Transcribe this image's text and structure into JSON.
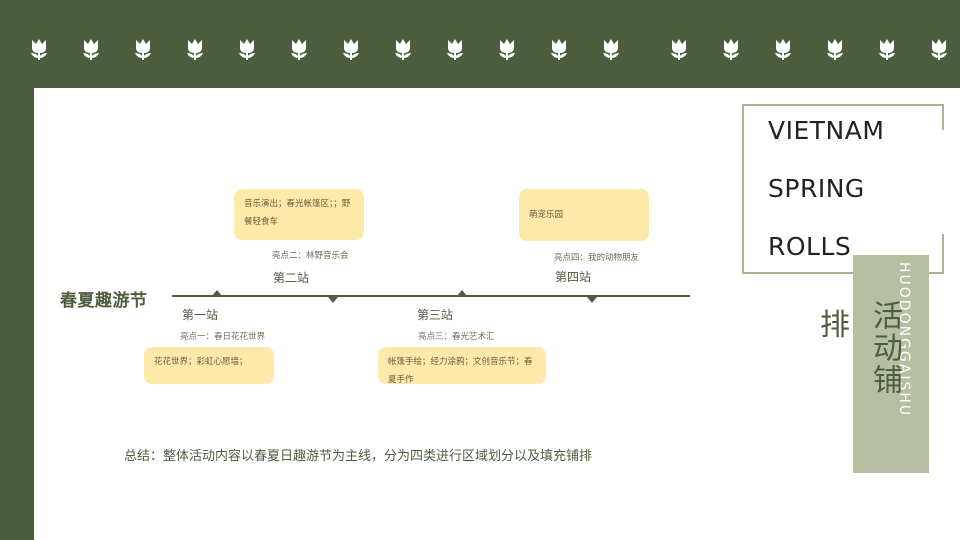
{
  "timeline": {
    "title": "春夏趣游节",
    "stations": [
      {
        "label": "第一站",
        "highlight": "亮点一：春日花花世界",
        "box": "花花世界；彩虹心愿墙；"
      },
      {
        "label": "第二站",
        "highlight": "亮点二：林野音乐会",
        "box": "音乐演出；春光帐篷区；；野餐轻食车"
      },
      {
        "label": "第三站",
        "highlight": "亮点三：春光艺术汇",
        "box": "帐篷手绘；经力涂鸦；文创音乐节；春夏手作"
      },
      {
        "label": "第四站",
        "highlight": "亮点四：我的动物朋友",
        "box": "萌宠乐园"
      }
    ]
  },
  "summary": "总结：整体活动内容以春夏日趣游节为主线，分为四类进行区域划分以及填充铺排",
  "brand": {
    "line1": "VIETNAM",
    "line2": "SPRING",
    "line3": "ROLLS",
    "vertical_en": "HUODONGGAISHU",
    "vertical_cn": "活动铺",
    "extra_cn": "排"
  },
  "colors": {
    "primary": "#4d5e3f",
    "card": "#ffffff",
    "box": "#fde9a9",
    "sidebar": "#b7bfa1",
    "frame": "#a9b39a"
  },
  "icons": {
    "decoration": "tulip-icon"
  }
}
